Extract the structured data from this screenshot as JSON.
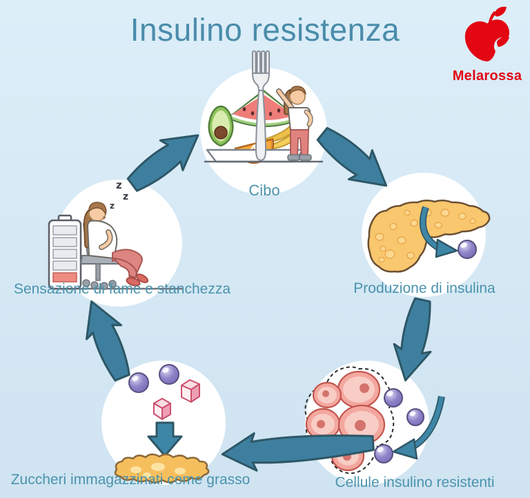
{
  "title": "Insulino resistenza",
  "logo": {
    "name": "Melarossa"
  },
  "cycle": {
    "food": {
      "label": "Cibo"
    },
    "insulin_production": {
      "label": "Produzione di insulina"
    },
    "resistant_cells": {
      "label": "Cellule insulino resistenti"
    },
    "sugar_stored_as_fat": {
      "label": "Zuccheri immagazzinati come grasso"
    },
    "hunger_fatigue": {
      "label": "Sensazione di fame e stanchezza",
      "z": "z"
    }
  },
  "colors": {
    "background_top": "#dceef8",
    "background_bottom": "#cfe3f1",
    "title_text": "#4a8caa",
    "label_text": "#4b93ad",
    "arrow_fill": "#3e7f9f",
    "arrow_stroke": "#2e5766",
    "logo_red": "#e30613",
    "circle_bg": "#ffffff",
    "pancreas_yellow": "#f9c76d",
    "cell_pink": "#f3a79f",
    "sphere_purple": "#8f80c9",
    "fat_yellow": "#f6bf5e",
    "pants_coral": "#e0837f",
    "battery_low_red": "#ee8c82"
  }
}
